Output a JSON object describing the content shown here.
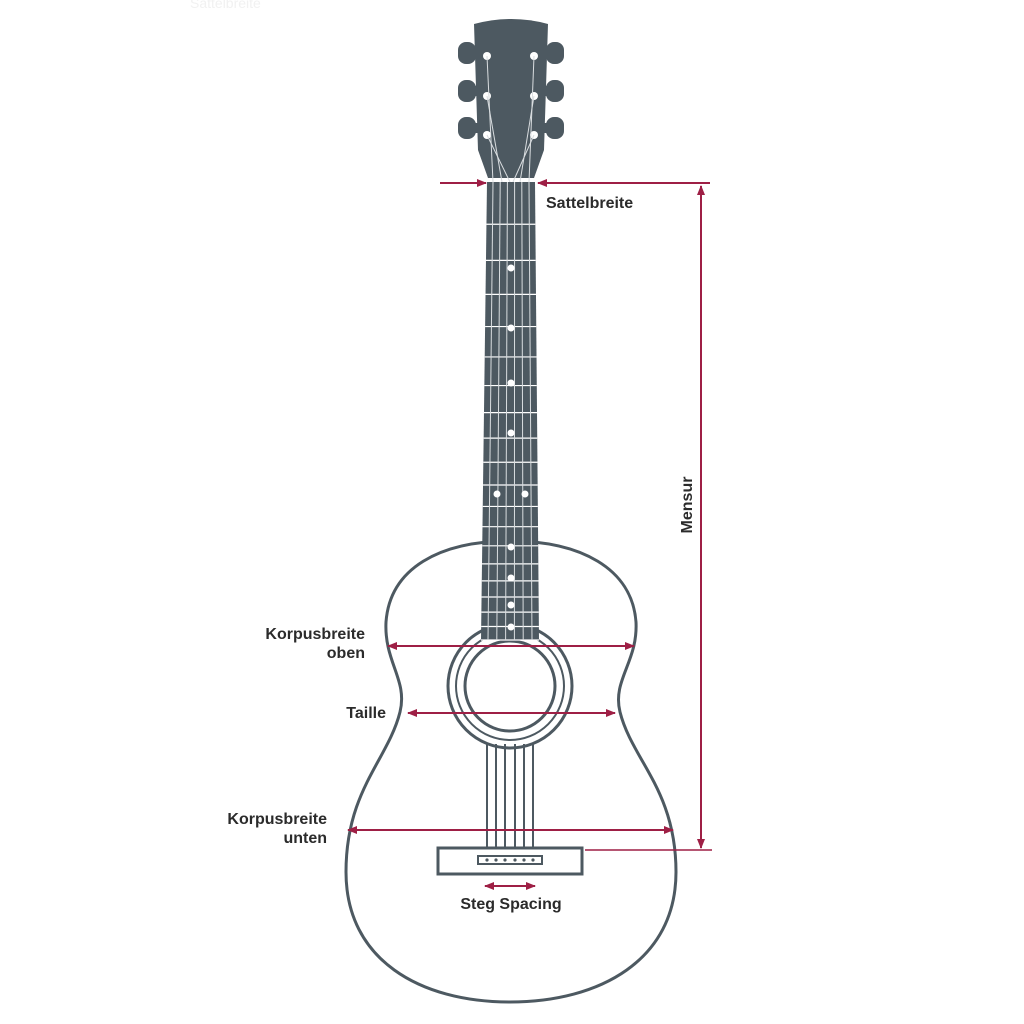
{
  "labels": {
    "faint_header": "Sattelbreite",
    "sattelbreite": "Sattelbreite",
    "mensur": "Mensur",
    "korpusbreite_oben_line1": "Korpusbreite",
    "korpusbreite_oben_line2": "oben",
    "taille": "Taille",
    "korpusbreite_unten_line1": "Korpusbreite",
    "korpusbreite_unten_line2": "unten",
    "steg_spacing": "Steg Spacing"
  },
  "colors": {
    "guitar": "#4d5961",
    "dimension": "#9e1f45",
    "text": "#2b2b2b",
    "background": "#ffffff"
  },
  "guitar": {
    "frets": 19,
    "strings": 6,
    "tuners_per_side": 3
  }
}
